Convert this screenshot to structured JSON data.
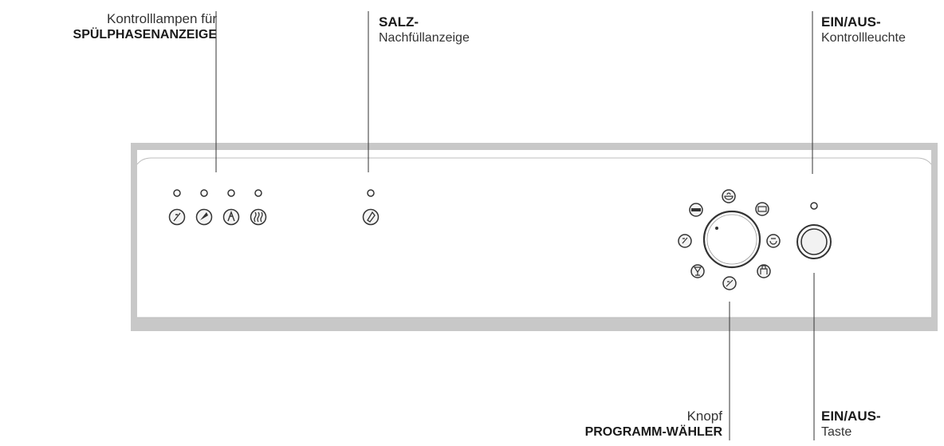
{
  "labels": {
    "phase": {
      "line1": "Kontrolllampen für",
      "line2": "SPÜLPHASENANZEIGE"
    },
    "salt": {
      "line1": "SALZ-",
      "line2": "Nachfüllanzeige"
    },
    "power_lamp": {
      "line1": "EIN/AUS-",
      "line2": "Kontrollleuchte"
    },
    "knob": {
      "line1": "Knopf",
      "line2": "PROGRAMM-WÄHLER"
    },
    "power_button": {
      "line1": "EIN/AUS-",
      "line2": "Taste"
    }
  },
  "program_icons": [
    "bowl-icon",
    "pot-icon",
    "pan-icon",
    "glass-icon",
    "plate-icon",
    "half-load-icon",
    "eco-icon",
    "short-icon"
  ],
  "phase_icons": [
    "prewash-icon",
    "wash-icon",
    "rinse-icon",
    "dry-icon"
  ],
  "colors": {
    "panel_border": "#c8c8c8",
    "stroke": "#333333"
  }
}
